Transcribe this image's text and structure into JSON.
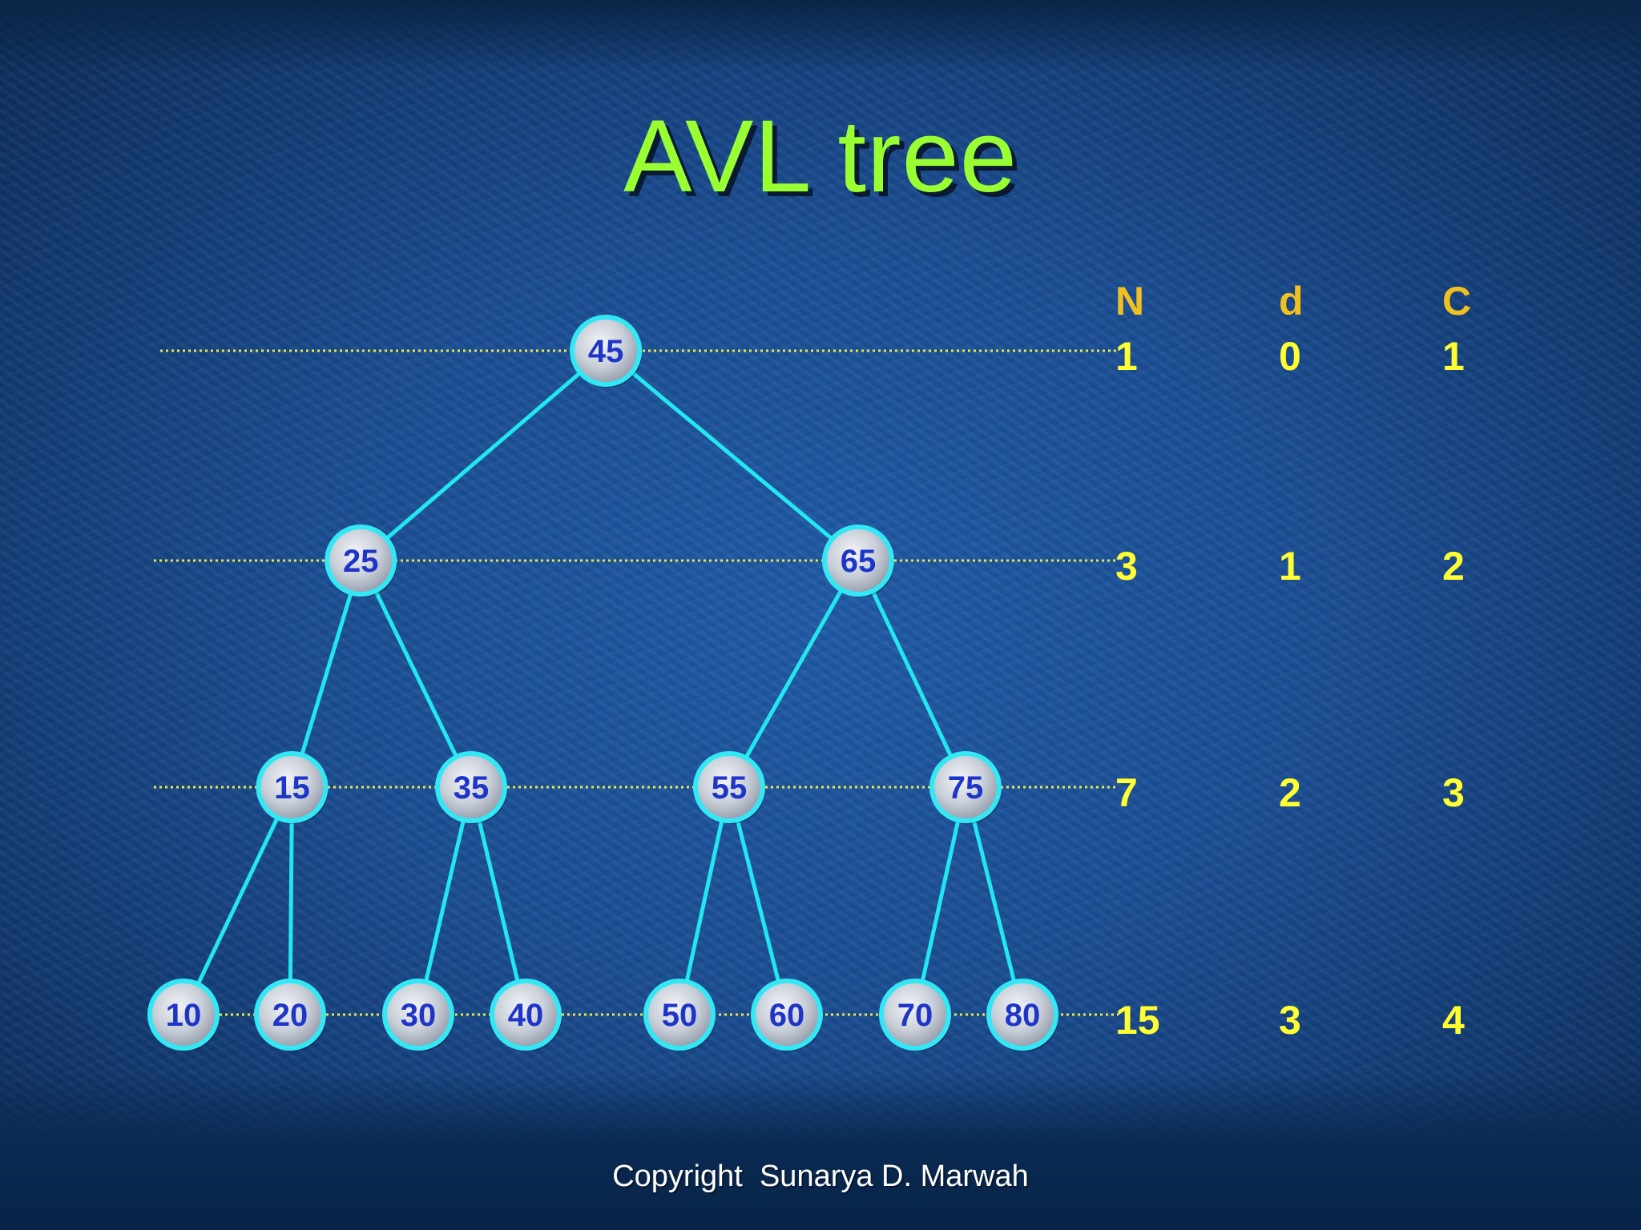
{
  "title": "AVL tree",
  "footer": "Copyright  Sunarya D. Marwah",
  "colors": {
    "title": "#99ff33",
    "edge": "#22e6f0",
    "node_fill": "#c9cfd8",
    "node_ring": "#33e8f5",
    "node_text": "#1e35c8",
    "level_line": "#e8e84a",
    "table_header": "#f0c020",
    "table_value": "#ffff33"
  },
  "tree": {
    "root": {
      "value": "45",
      "children": [
        {
          "value": "25",
          "children": [
            {
              "value": "15",
              "children": [
                {
                  "value": "10"
                },
                {
                  "value": "20"
                }
              ]
            },
            {
              "value": "35",
              "children": [
                {
                  "value": "30"
                },
                {
                  "value": "40"
                }
              ]
            }
          ]
        },
        {
          "value": "65",
          "children": [
            {
              "value": "55",
              "children": [
                {
                  "value": "50"
                },
                {
                  "value": "60"
                }
              ]
            },
            {
              "value": "75",
              "children": [
                {
                  "value": "70"
                },
                {
                  "value": "80"
                }
              ]
            }
          ]
        }
      ]
    }
  },
  "table": {
    "headers": [
      "N",
      "d",
      "C"
    ],
    "rows": [
      [
        "1",
        "0",
        "1"
      ],
      [
        "3",
        "1",
        "2"
      ],
      [
        "7",
        "2",
        "3"
      ],
      [
        "15",
        "3",
        "4"
      ]
    ]
  }
}
